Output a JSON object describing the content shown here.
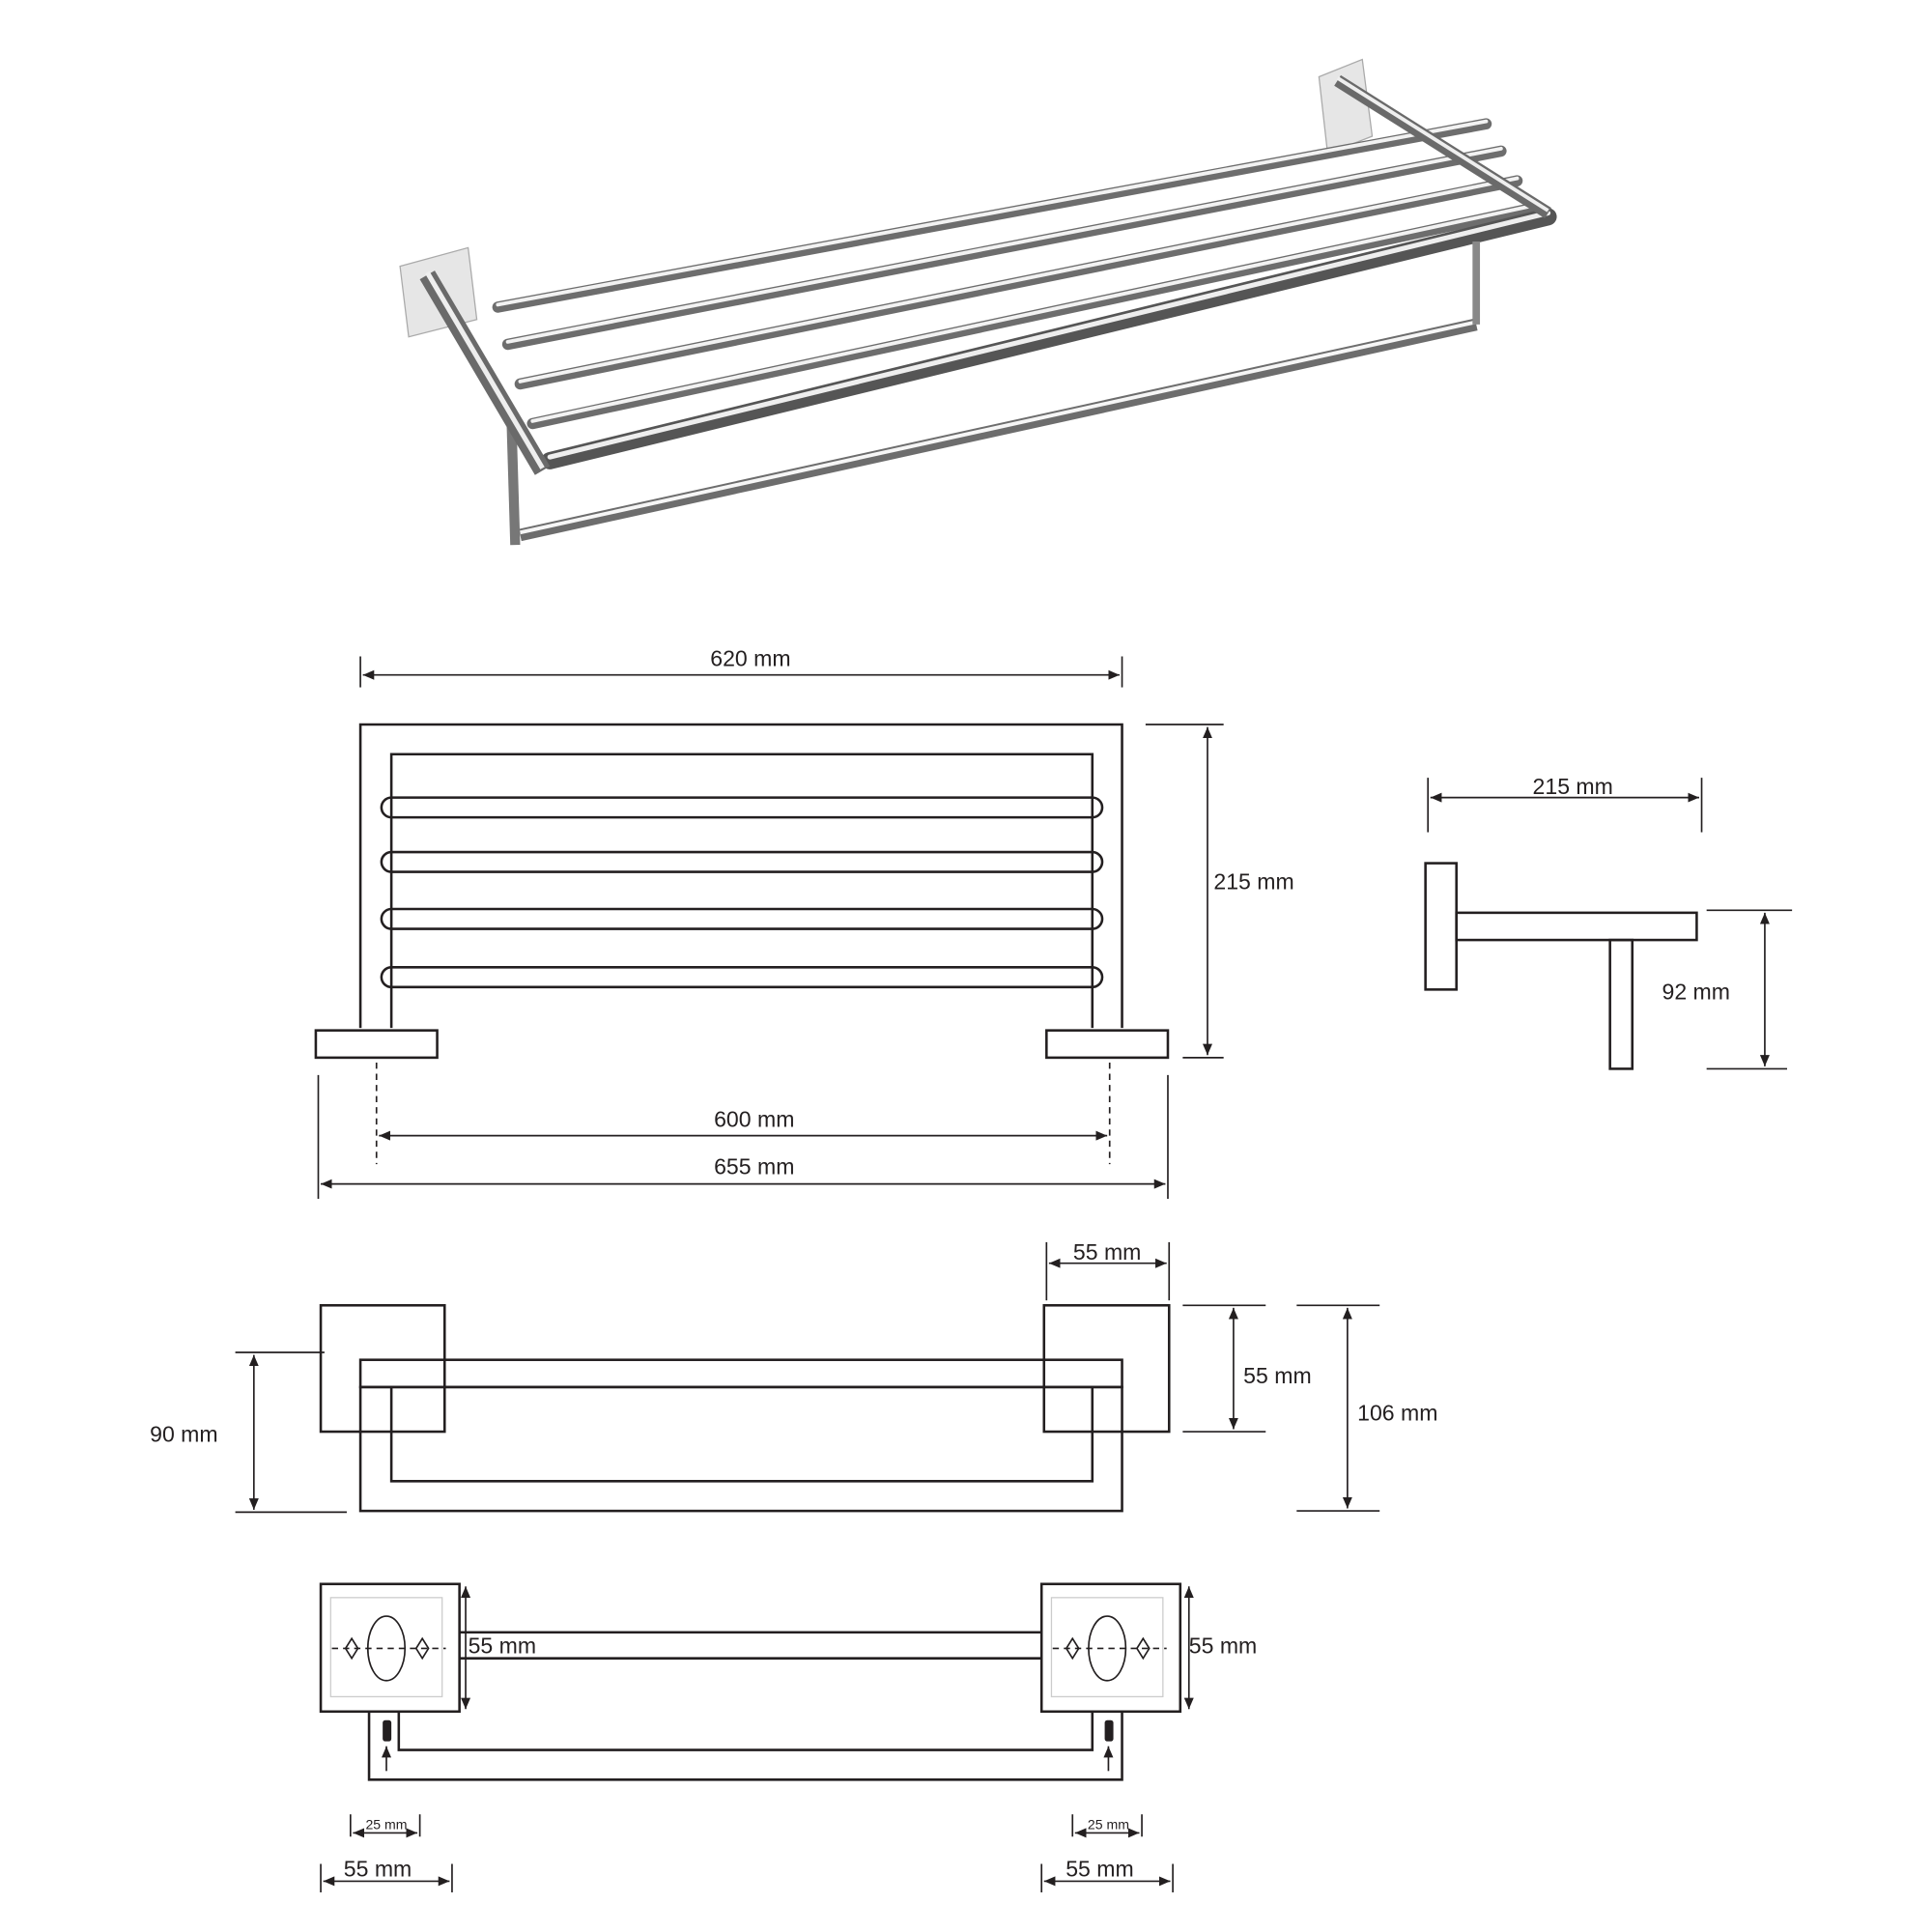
{
  "product_photo": {
    "subject": "towel-rack-chrome"
  },
  "front_view": {
    "width_overall_top": "620 mm",
    "height": "215 mm",
    "mount_spacing": "600 mm",
    "width_overall_bottom": "655 mm"
  },
  "side_view": {
    "depth": "215 mm",
    "bar_drop": "92 mm"
  },
  "top_view": {
    "plate_width": "55 mm",
    "plate_height": "55 mm",
    "overall_height": "106 mm",
    "rail_height": "90 mm"
  },
  "mount_view": {
    "plate_size_left": "55 mm",
    "plate_size_right": "55 mm",
    "screw_offset_left": "25 mm",
    "screw_offset_right": "25 mm",
    "plate_width_left": "55 mm",
    "plate_width_right": "55 mm"
  }
}
